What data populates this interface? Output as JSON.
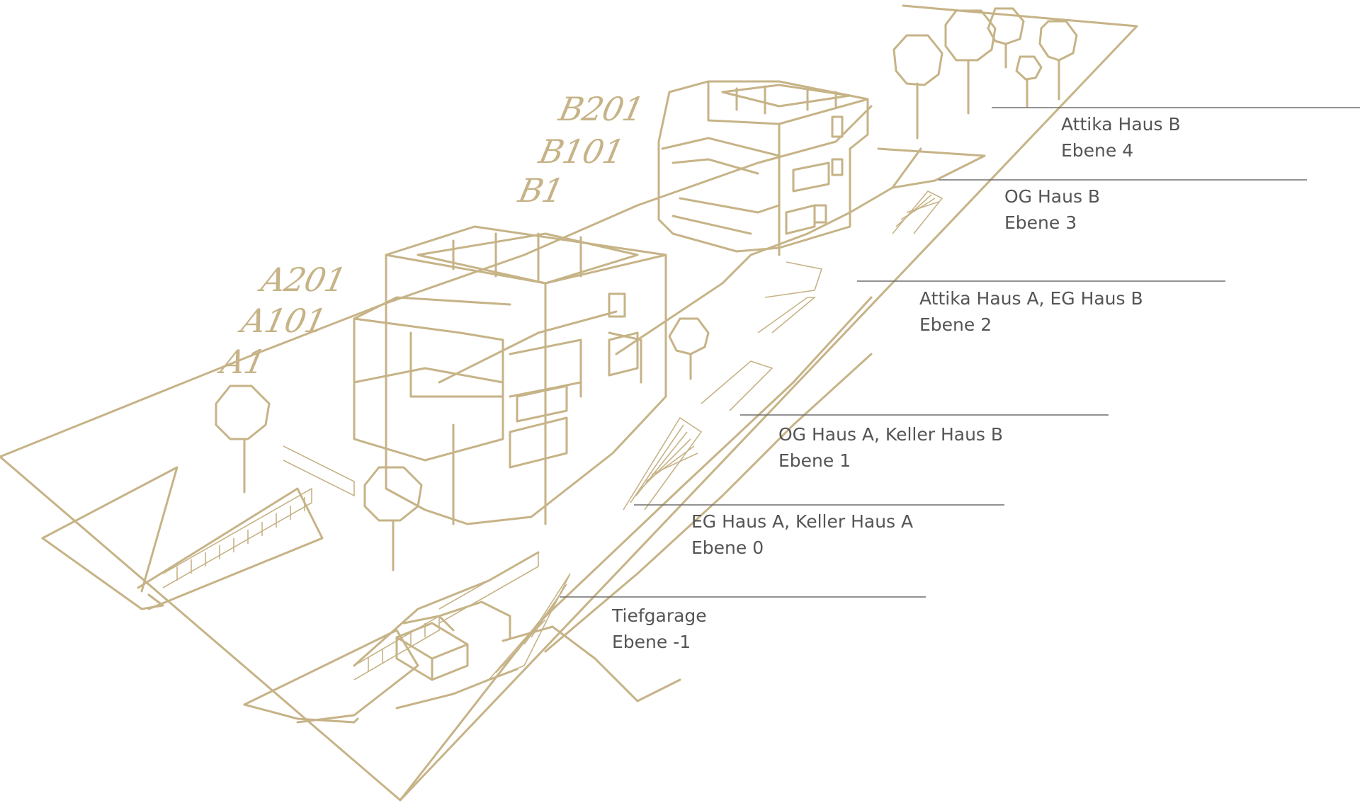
{
  "colors": {
    "line": "#c6b387",
    "label_text": "#555555",
    "leader_line": "#6e6e6e",
    "background": "#ffffff"
  },
  "units": {
    "house_a": [
      "A201",
      "A101",
      "A1"
    ],
    "house_b": [
      "B201",
      "B101",
      "B1"
    ]
  },
  "levels": [
    {
      "name": "Attika Haus B",
      "level": "Ebene 4"
    },
    {
      "name": "OG Haus B",
      "level": "Ebene 3"
    },
    {
      "name": "Attika Haus A, EG Haus B",
      "level": "Ebene 2"
    },
    {
      "name": "OG Haus A, Keller Haus B",
      "level": "Ebene 1"
    },
    {
      "name": "EG Haus A, Keller Haus A",
      "level": "Ebene 0"
    },
    {
      "name": "Tiefgarage",
      "level": "Ebene -1"
    }
  ]
}
